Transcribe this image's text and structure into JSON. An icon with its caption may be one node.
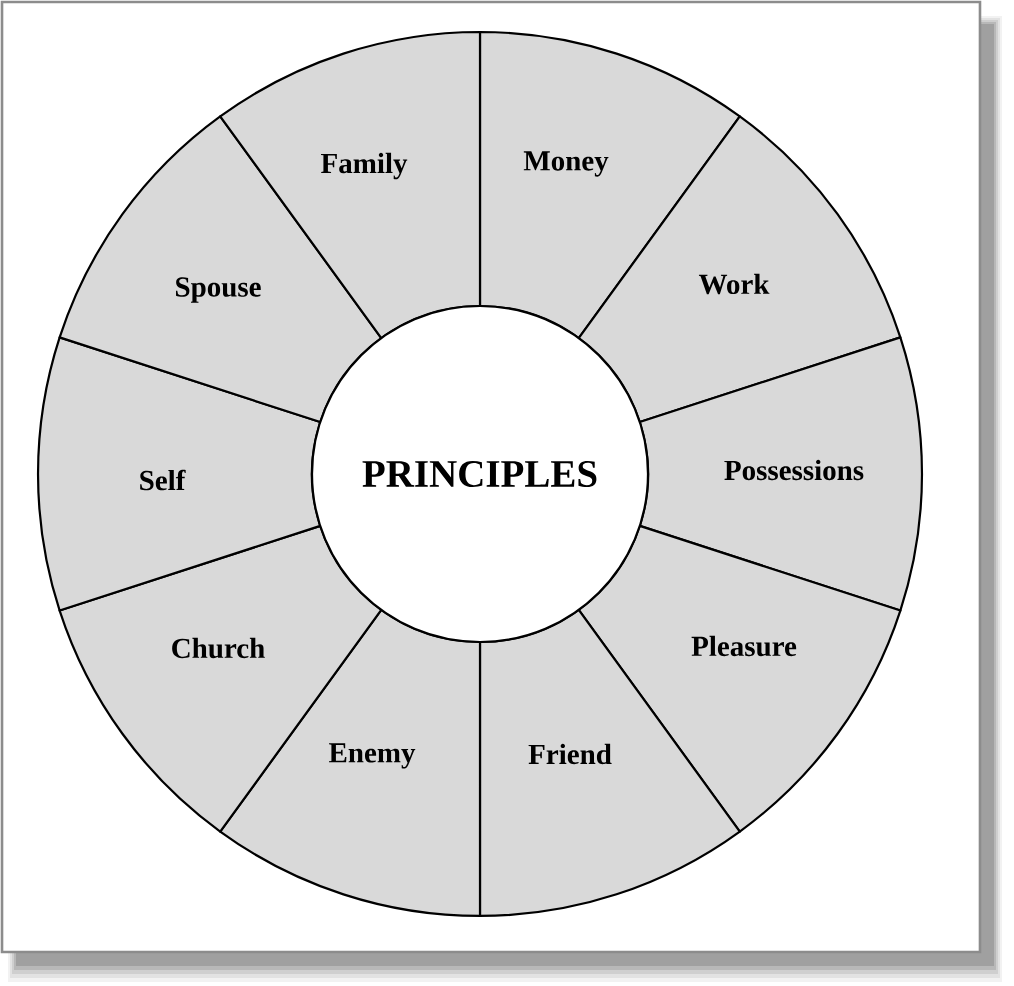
{
  "diagram": {
    "nodes": [
      {
        "text": [
          "PRINCIPLES"
        ]
      },
      {
        "text": [
          "Money"
        ]
      },
      {
        "text": [
          "Work"
        ]
      },
      {
        "text": [
          "Possessions"
        ]
      },
      {
        "text": [
          "Pleasure"
        ]
      },
      {
        "text": [
          "Friend"
        ]
      },
      {
        "text": [
          "Enemy"
        ]
      },
      {
        "text": [
          "Church"
        ]
      },
      {
        "text": [
          "Self"
        ]
      },
      {
        "text": [
          "Spouse"
        ]
      },
      {
        "text": [
          "Family"
        ]
      }
    ]
  }
}
